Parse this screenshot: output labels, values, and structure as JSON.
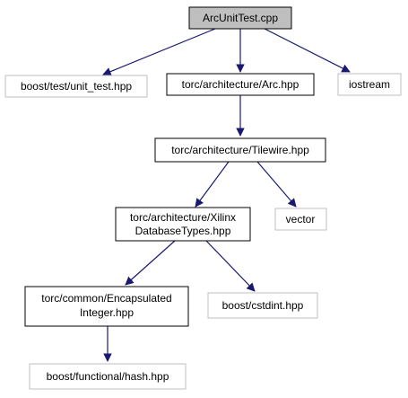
{
  "graph": {
    "root": "ArcUnitTest.cpp",
    "nodes": {
      "root": "ArcUnitTest.cpp",
      "unit_test": "boost/test/unit_test.hpp",
      "arc": "torc/architecture/Arc.hpp",
      "iostream": "iostream",
      "tilewire": "torc/architecture/Tilewire.hpp",
      "xilinx_line1": "torc/architecture/Xilinx",
      "xilinx_line2": "DatabaseTypes.hpp",
      "vector": "vector",
      "encap_line1": "torc/common/Encapsulated",
      "encap_line2": "Integer.hpp",
      "cstdint": "boost/cstdint.hpp",
      "hash": "boost/functional/hash.hpp"
    },
    "edges": [
      [
        "root",
        "unit_test"
      ],
      [
        "root",
        "arc"
      ],
      [
        "root",
        "iostream"
      ],
      [
        "arc",
        "tilewire"
      ],
      [
        "tilewire",
        "xilinx"
      ],
      [
        "tilewire",
        "vector"
      ],
      [
        "xilinx",
        "encap"
      ],
      [
        "xilinx",
        "cstdint"
      ],
      [
        "encap",
        "hash"
      ]
    ],
    "colors": {
      "edge": "#191970",
      "root_fill": "#bfbfbf",
      "root_border": "#000000",
      "documented_border": "#000000",
      "external_border": "#bfbfbf",
      "node_fill": "#ffffff",
      "text": "#000000"
    }
  }
}
